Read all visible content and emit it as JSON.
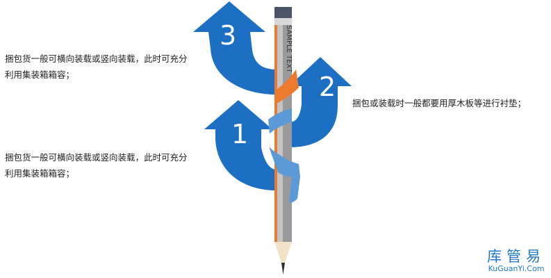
{
  "diagram": {
    "steps": [
      {
        "number": "1",
        "text_lines": [
          "捆包货一般可横向装载或竖向装载，此时可充分",
          "利用集装箱箱容；"
        ]
      },
      {
        "number": "2",
        "text_lines": [
          "捆包或装载时一般都要用厚木板等进行衬垫；"
        ]
      },
      {
        "number": "3",
        "text_lines": [
          "捆包货一般可横向装载或竖向装载，此时可充分",
          "利用集装箱箱容；"
        ]
      }
    ],
    "pencil_label": "SAMPLE TEXT"
  },
  "colors": {
    "arrow_blue": "#1c6fc2",
    "ribbon_blue": "#5b9ad6",
    "pencil_orange": "#ec7a2c",
    "pencil_gray": "#a8a8a8",
    "pencil_cap": "#4a5568"
  },
  "watermark": {
    "brand": "库管易",
    "url": "KuGuanYi.Com"
  }
}
